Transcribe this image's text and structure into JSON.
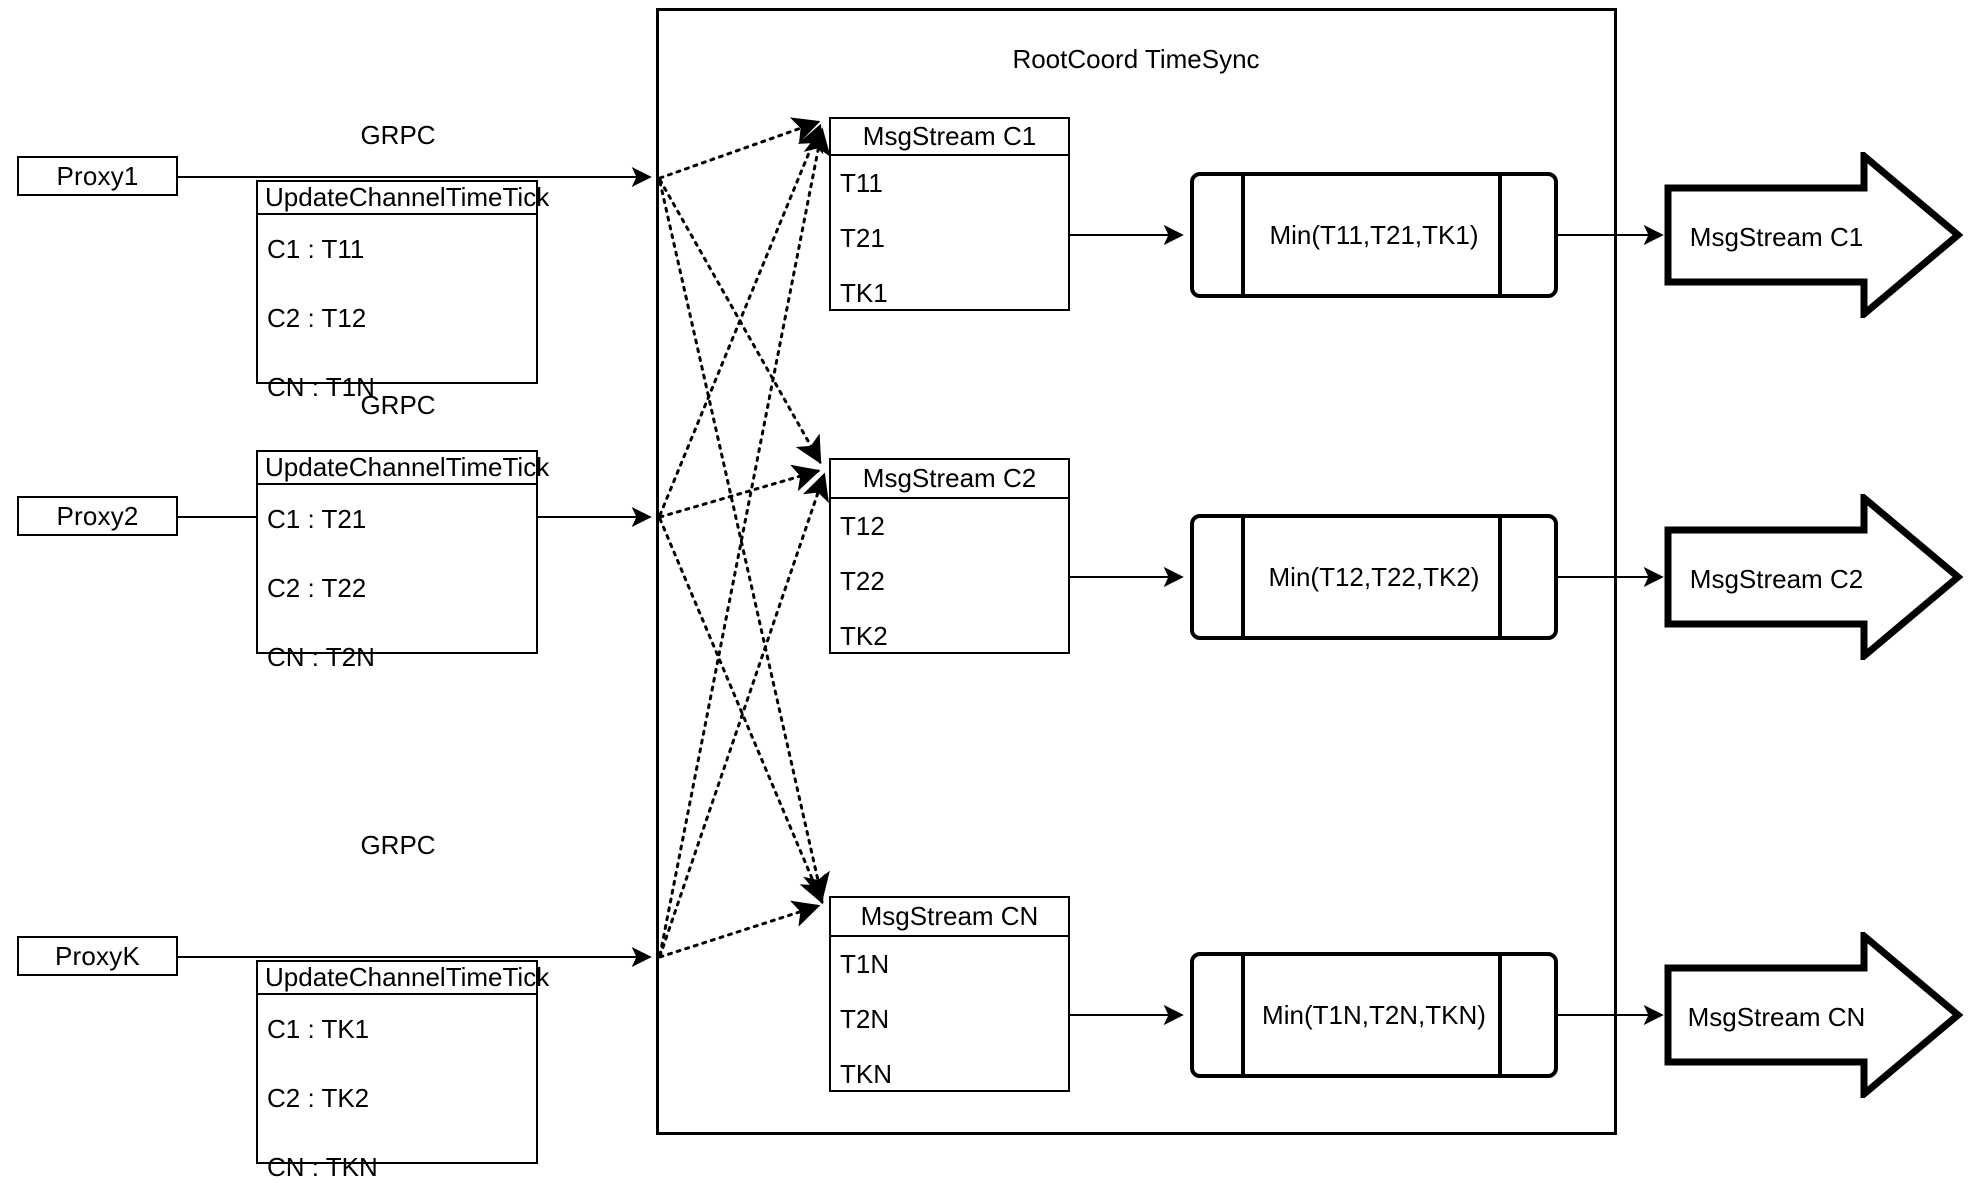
{
  "diagram": {
    "title": "RootCoord TimeSync",
    "container_label": "RootCoord TimeSync"
  },
  "proxies": [
    {
      "name": "Proxy1",
      "link_label": "GRPC",
      "request": {
        "title": "UpdateChannelTimeTick",
        "rows": [
          "C1 :  T11",
          "C2 :  T12",
          "CN : T1N"
        ]
      }
    },
    {
      "name": "Proxy2",
      "link_label": "GRPC",
      "request": {
        "title": "UpdateChannelTimeTick",
        "rows": [
          "C1 :  T21",
          "C2 :  T22",
          "CN : T2N"
        ]
      }
    },
    {
      "name": "ProxyK",
      "link_label": "GRPC",
      "request": {
        "title": "UpdateChannelTimeTick",
        "rows": [
          "C1 :  TK1",
          "C2 :  TK2",
          "CN : TKN"
        ]
      }
    }
  ],
  "channels": [
    {
      "stream": {
        "title": "MsgStream C1",
        "rows": [
          "T11",
          "T21",
          "TK1"
        ]
      },
      "min": "Min(T11,T21,TK1)",
      "output": "MsgStream C1"
    },
    {
      "stream": {
        "title": "MsgStream C2",
        "rows": [
          "T12",
          "T22",
          "TK2"
        ]
      },
      "min": "Min(T12,T22,TK2)",
      "output": "MsgStream C2"
    },
    {
      "stream": {
        "title": "MsgStream CN",
        "rows": [
          "T1N",
          "T2N",
          "TKN"
        ]
      },
      "min": "Min(T1N,T2N,TKN)",
      "output": "MsgStream CN"
    }
  ],
  "colors": {
    "stroke": "#000000",
    "background": "#ffffff"
  }
}
